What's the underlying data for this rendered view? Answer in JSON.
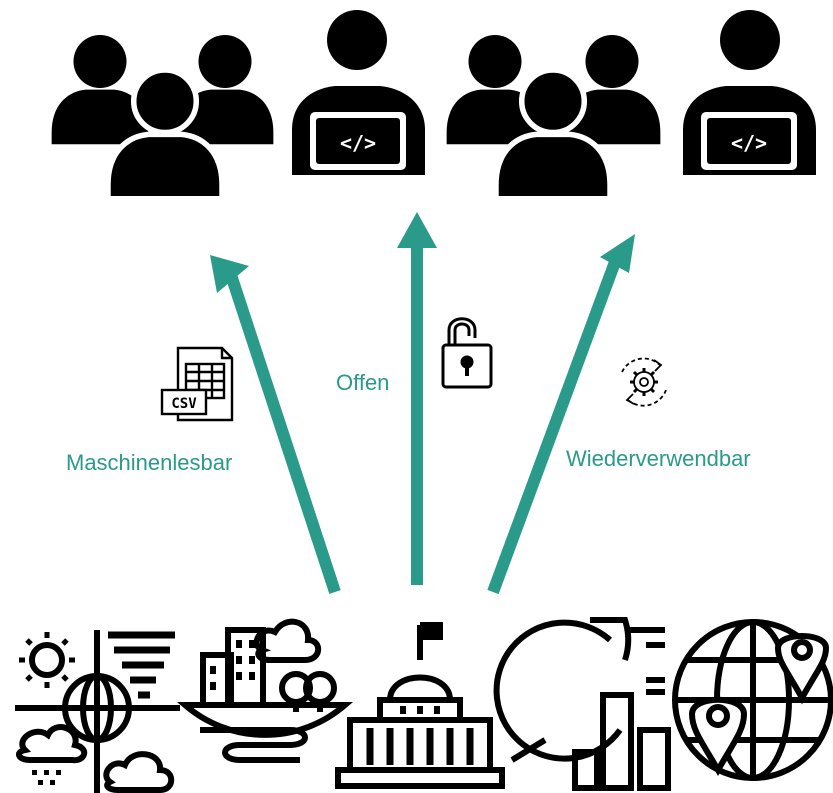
{
  "colors": {
    "accent": "#2a9a8a",
    "icon": "#000000"
  },
  "audience_icons": [
    "user-group-icon",
    "developer-laptop-icon",
    "user-group-icon",
    "developer-laptop-icon"
  ],
  "source_icons": [
    "weather-climate-icon",
    "city-environment-icon",
    "government-building-icon",
    "statistics-chart-icon",
    "globe-location-icon"
  ],
  "arrows": [
    {
      "label": "Maschinenlesbar",
      "icon": "csv-file-icon"
    },
    {
      "label": "Offen",
      "icon": "open-lock-icon"
    },
    {
      "label": "Wiederverwendbar",
      "icon": "reuse-gear-icon"
    }
  ],
  "code_glyph": "</>",
  "csv_text": "CSV"
}
